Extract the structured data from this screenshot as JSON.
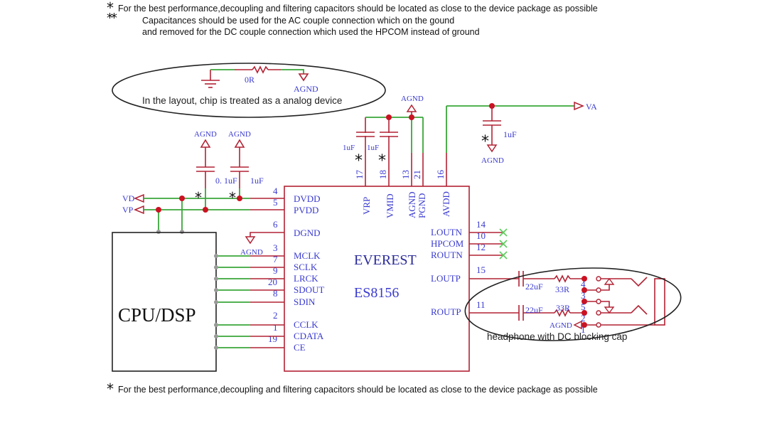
{
  "notes": {
    "top_single_star": "*",
    "top_line1": "For the best performance,decoupling and filtering capacitors should be located as close to the device package as possible",
    "top_double_star": "**",
    "top_line2": "Capacitances should be used for the AC couple connection which on the gound",
    "top_line3": "and removed for the DC couple connection which used the HPCOM instead of ground",
    "bottom_star": "*",
    "bottom_line": "For the best performance,decoupling and filtering capacitors should be located as close to the device package as possible"
  },
  "ground_callout": {
    "resistor_label": "0R",
    "agnd_label": "AGND",
    "caption": "In the layout, chip is treated as a analog device"
  },
  "supply": {
    "vd_label": "VD",
    "vp_label": "VP",
    "va_label": "VA",
    "cap1_value": "0. 1uF",
    "cap2_value": "1uF",
    "cap1_gnd": "AGND",
    "cap2_gnd": "AGND",
    "va_cap_value": "1uF",
    "va_cap_gnd": "AGND",
    "top_agnd": "AGND",
    "vrp_cap_value": "1uF",
    "vmid_cap_value": "1uF",
    "dgnd_gnd": "AGND"
  },
  "chip": {
    "vendor": "EVEREST",
    "part": "ES8156",
    "left_pins": [
      {
        "num": "4",
        "name": "DVDD"
      },
      {
        "num": "5",
        "name": "PVDD"
      },
      {
        "num": "6",
        "name": "DGND"
      },
      {
        "num": "3",
        "name": "MCLK"
      },
      {
        "num": "7",
        "name": "SCLK"
      },
      {
        "num": "9",
        "name": "LRCK"
      },
      {
        "num": "20",
        "name": "SDOUT"
      },
      {
        "num": "8",
        "name": "SDIN"
      },
      {
        "num": "2",
        "name": "CCLK"
      },
      {
        "num": "1",
        "name": "CDATA"
      },
      {
        "num": "19",
        "name": "CE"
      }
    ],
    "top_pins": [
      {
        "num": "17",
        "name": "VRP"
      },
      {
        "num": "18",
        "name": "VMID"
      },
      {
        "num": "13",
        "name": "AGND"
      },
      {
        "num": "21",
        "name": "PGND"
      },
      {
        "num": "16",
        "name": "AVDD"
      }
    ],
    "right_pins": [
      {
        "num": "14",
        "name": "LOUTN"
      },
      {
        "num": "10",
        "name": "HPCOM"
      },
      {
        "num": "12",
        "name": "ROUTN"
      },
      {
        "num": "15",
        "name": "LOUTP"
      },
      {
        "num": "11",
        "name": "ROUTP"
      }
    ]
  },
  "host": {
    "label": "CPU/DSP"
  },
  "headphone": {
    "cap_left": "22uF",
    "cap_right": "22uF",
    "res_left": "33R",
    "res_right": "33R",
    "agnd_label": "AGND",
    "jack_pins": [
      "4",
      "3",
      "5",
      "2",
      "1"
    ],
    "caption": "headphone with DC blocking cap"
  }
}
